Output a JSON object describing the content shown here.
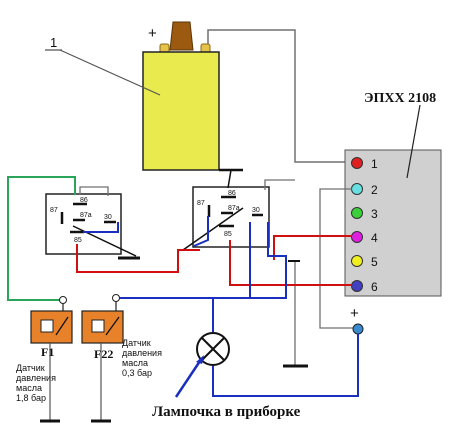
{
  "labels": {
    "callout_number": "1",
    "plus_sign": "+",
    "ecu_title": "ЭПХХ 2108",
    "ecu_pins": [
      "1",
      "2",
      "3",
      "4",
      "5",
      "6"
    ],
    "relay1_pins": {
      "p86": "86",
      "p87": "87",
      "p87a": "87a",
      "p30": "30",
      "p85": "85"
    },
    "relay2_pins": {
      "p86": "86",
      "p87": "87",
      "p87a": "87a",
      "p30": "30",
      "p85": "85"
    },
    "sensor1_id": "F1",
    "sensor1_desc": [
      "Датчик",
      "давления",
      "масла",
      "1,8 бар"
    ],
    "sensor2_id": "F22",
    "sensor2_desc": [
      "Датчик",
      "давления",
      "масла",
      "0,3 бар"
    ],
    "lamp_label": "Лампочка в приборке",
    "terminal_plus": "+"
  },
  "colors": {
    "coil_body": "#e9ea4e",
    "coil_cap": "#9b5a10",
    "ecu_box": "#d0d0d0",
    "wire_red": "#d01010",
    "wire_blue": "#1a2fbf",
    "wire_green": "#2aa55a",
    "wire_gray": "#707070",
    "sensor_fill": "#e8822a",
    "pin_colors": [
      "#e02020",
      "#66e0e0",
      "#3ad03a",
      "#e020e0",
      "#f0f020",
      "#4040c0"
    ]
  }
}
